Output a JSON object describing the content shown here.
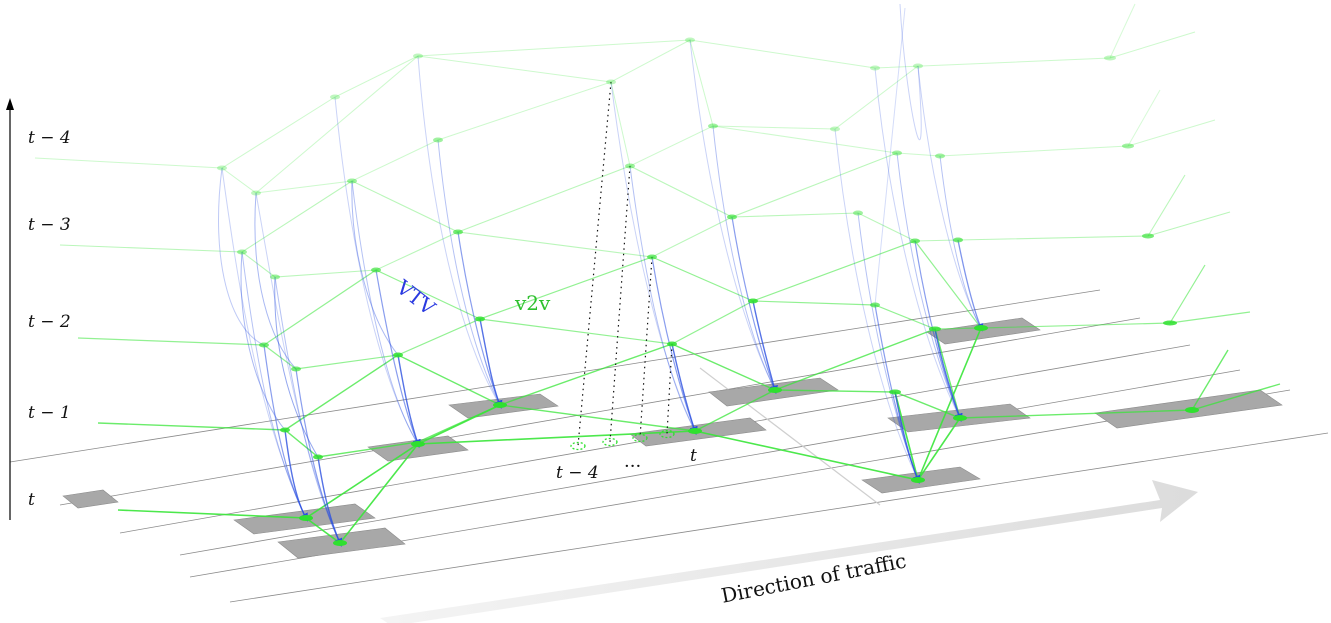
{
  "time_axis": {
    "labels": [
      "t − 4",
      "t − 3",
      "t − 2",
      "t − 1",
      "t"
    ]
  },
  "edge_labels": {
    "vtv": "VTV",
    "v2v": "v2v"
  },
  "history_labels": {
    "start": "t − 4",
    "dots": "···",
    "end": "t"
  },
  "traffic_arrow": {
    "label": "Direction of traffic"
  },
  "colors": {
    "v2v": "#39e639",
    "vtv": "#2a4fe0",
    "node": "#2fe02f",
    "vehicle": "#a8a8a8",
    "lane": "#8a8a8a",
    "arrow": "#e4e4e4"
  }
}
